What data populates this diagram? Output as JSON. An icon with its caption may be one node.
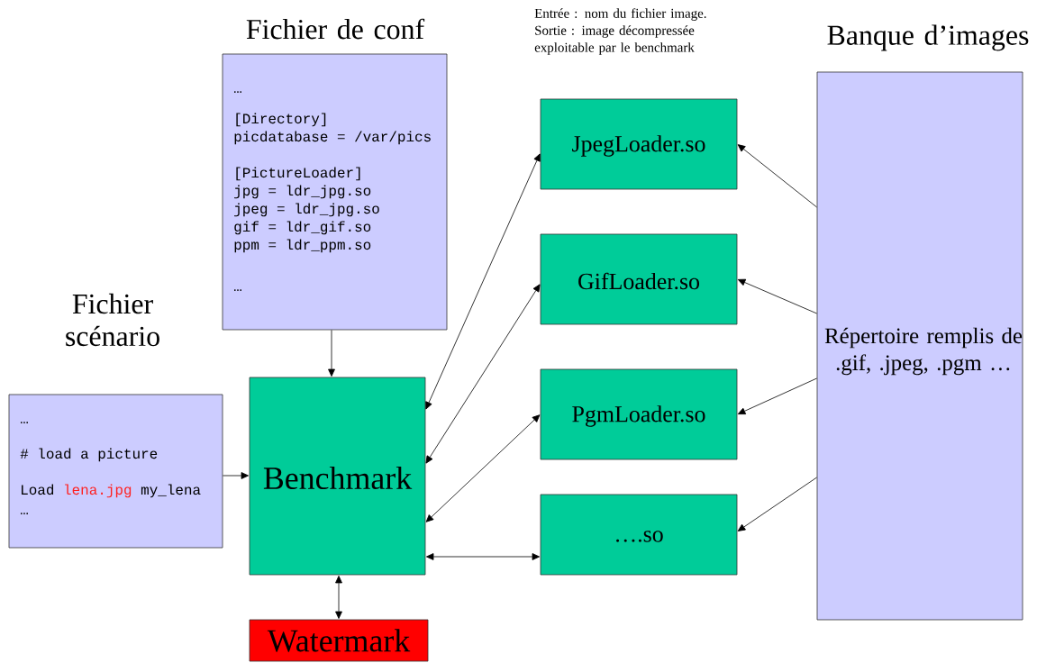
{
  "diagram": {
    "nodes": [
      {
        "text": [
          "Fichier de conf",
          "…",
          "[Directory]",
          "picdatabase = /var/pics",
          "[PictureLoader]",
          "jpg = ldr_jpg.so",
          "jpeg = ldr_jpg.so",
          "gif = ldr_gif.so",
          "ppm = ldr_ppm.so",
          "…"
        ]
      },
      {
        "text": [
          "Fichier scénario",
          "…",
          "# load a picture",
          "Load",
          "lena.jpg",
          "my_lena",
          "…"
        ]
      },
      {
        "text": [
          "Benchmark"
        ]
      },
      {
        "text": [
          "Watermark"
        ]
      },
      {
        "text": [
          "JpegLoader.so"
        ]
      },
      {
        "text": [
          "GifLoader.so"
        ]
      },
      {
        "text": [
          "PgmLoader.so"
        ]
      },
      {
        "text": [
          "….so"
        ]
      },
      {
        "text": [
          "Banque d’images",
          "Répertoire remplis de .gif, .jpeg, .pgm …"
        ]
      }
    ],
    "edges": [
      {
        "from": 0,
        "to": 2,
        "arrow": "to"
      },
      {
        "from": 1,
        "to": 2,
        "arrow": "to"
      },
      {
        "from": 2,
        "to": 4,
        "arrow": "both"
      },
      {
        "from": 2,
        "to": 5,
        "arrow": "both"
      },
      {
        "from": 2,
        "to": 6,
        "arrow": "both"
      },
      {
        "from": 2,
        "to": 7,
        "arrow": "both"
      },
      {
        "from": 2,
        "to": 3,
        "arrow": "both"
      },
      {
        "from": 8,
        "to": 4,
        "arrow": "to"
      },
      {
        "from": 8,
        "to": 5,
        "arrow": "to"
      },
      {
        "from": 8,
        "to": 6,
        "arrow": "to"
      },
      {
        "from": 8,
        "to": 7,
        "arrow": "to"
      }
    ],
    "labels": [
      "Entrée : nom du fichier image.",
      "Sortie : image décompressée exploitable par le benchmark"
    ]
  }
}
